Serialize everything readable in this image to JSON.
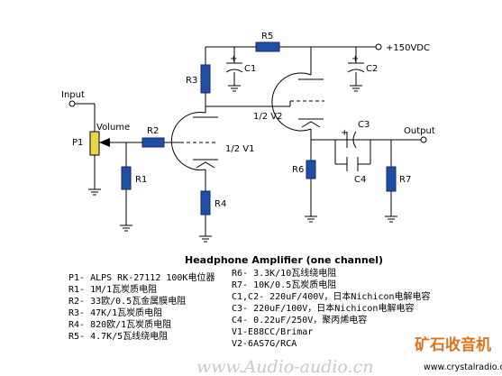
{
  "schematic": {
    "supply": "+150VDC",
    "input": "Input",
    "output": "Output",
    "volume": "Volume",
    "tube_v1": "1/2 V1",
    "tube_v2": "1/2 V2",
    "components": {
      "P1": "P1",
      "R1": "R1",
      "R2": "R2",
      "R3": "R3",
      "R4": "R4",
      "R5": "R5",
      "R6": "R6",
      "R7": "R7",
      "C1": "C1",
      "C2": "C2",
      "C3": "C3",
      "C4": "C4"
    },
    "polarity": [
      "+",
      "+",
      "+"
    ]
  },
  "parts_list": {
    "title": "Headphone Amplifier (one channel)",
    "left": [
      "P1- ALPS RK-27112 100K电位器",
      "R1- 1M/1瓦炭质电阻",
      "R2- 33欧/0.5瓦金属膜电阻",
      "R3- 47K/1瓦炭质电阻",
      "R4- 820欧/1瓦炭质电阻",
      "R5- 4.7K/5瓦线绕电阻"
    ],
    "right": [
      "R6- 3.3K/10瓦线绕电阻",
      "R7- 10K/0.5瓦炭质电阻",
      "C1,C2- 220uF/400V，日本Nichicon电解电容",
      "C3- 220uF/100V，日本Nichicon电解电容",
      "C4- 0.22uF/250V，聚丙烯电容",
      "V1-E88CC/Brimar",
      "V2-6AS7G/RCA"
    ]
  },
  "watermark": {
    "site_cn": "矿石收音机",
    "url": "www.Audio-audio.cn",
    "small": "www.crystalradio.cn"
  }
}
